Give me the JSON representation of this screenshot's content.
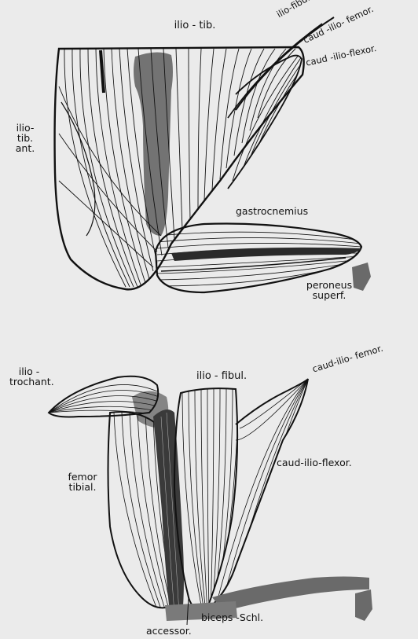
{
  "top_figure": {
    "labels": {
      "ilio_tib": "ilio - tib.",
      "ilio_fibul": "ilio-fibul.",
      "caud_ilio_femor": "caud -ilio- femor.",
      "caud_ilio_flexor": "caud -ilio-flexor.",
      "ilio_tib_ant": "ilio-tib. ant.",
      "gastrocnemius": "gastrocnemius",
      "peroneus_superf": "peroneus superf."
    }
  },
  "bottom_figure": {
    "labels": {
      "ilio_trochant": "ilio - trochant.",
      "ilio_fibul": "ilio - fibul.",
      "caud_ilio_femor": "caud-ilio- femor.",
      "caud_ilio_flexor": "caud-ilio-flexor.",
      "femor_tibial": "femor tibial.",
      "biceps_schl": "biceps -Schl.",
      "accessor": "accessor."
    }
  },
  "colors": {
    "background": "#ebebeb",
    "ink": "#111111",
    "shading": "#5a5a5a"
  }
}
